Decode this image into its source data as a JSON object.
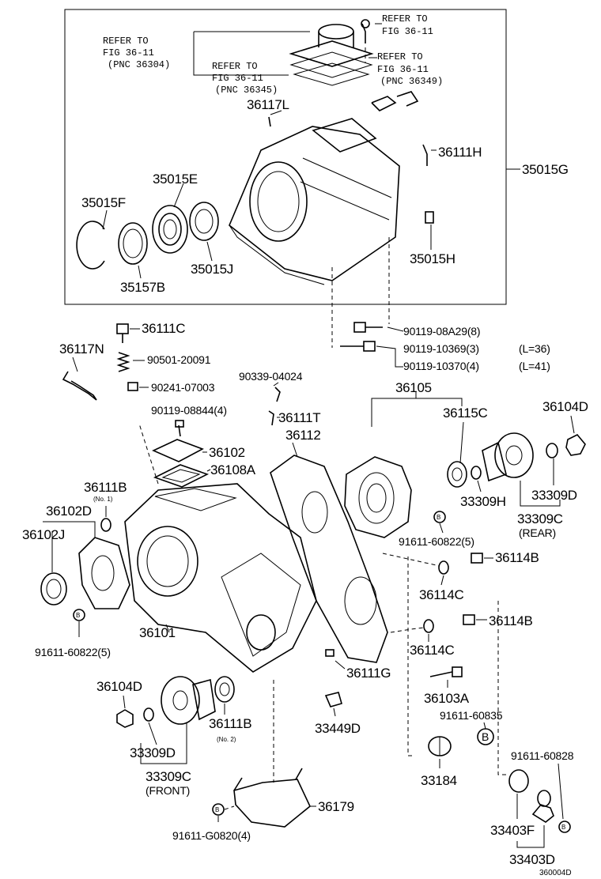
{
  "parts": {
    "p35015G": "35015G",
    "p35015E": "35015E",
    "p35015F": "35015F",
    "p35157B": "35157B",
    "p35015J": "35015J",
    "p35015H": "35015H",
    "p36117L": "36117L",
    "p36111H": "36111H",
    "p36111C": "36111C",
    "p36117N": "36117N",
    "p90501": "90501-20091",
    "p90241": "90241-07003",
    "p90339": "90339-04024",
    "p90119_08844": "90119-08844(4)",
    "p90119_08A29": "90119-08A29(8)",
    "p90119_10369": "90119-10369(3)",
    "p90119_10370": "90119-10370(4)",
    "l36": "(L=36)",
    "l41": "(L=41)",
    "p36111T": "36111T",
    "p36112": "36112",
    "p36105": "36105",
    "p36115C": "36115C",
    "p36104D_top": "36104D",
    "p36102": "36102",
    "p36108A": "36108A",
    "p36111B_top": "36111B",
    "no1": "(No. 1)",
    "p36102D": "36102D",
    "p36102J": "36102J",
    "p33309H": "33309H",
    "p33309D_top": "33309D",
    "p33309C_rear": "33309C",
    "rear": "(REAR)",
    "p91611_60822_right": "91611-60822(5)",
    "p36114B_1": "36114B",
    "p36114C_1": "36114C",
    "p36114B_2": "36114B",
    "p36114C_2": "36114C",
    "p36101": "36101",
    "p91611_60822_left": "91611-60822(5)",
    "p36111G": "36111G",
    "p36103A": "36103A",
    "p91611_60835": "91611-60835",
    "p36104D_bot": "36104D",
    "p36111B_bot": "36111B",
    "no2": "(No. 2)",
    "p33449D": "33449D",
    "p33309D_bot": "33309D",
    "p33309C_front": "33309C",
    "front": "(FRONT)",
    "p33184": "33184",
    "p91611_60828": "91611-60828",
    "p36179": "36179",
    "p91611_G0820": "91611-G0820(4)",
    "p33403F": "33403F",
    "p33403D": "33403D"
  },
  "refs": {
    "r1_line1": "REFER TO",
    "r1_line2": "FIG 36-11",
    "r2_line1": "REFER TO",
    "r2_line2": "FIG 36-11",
    "r2_line3": "(PNC 36304)",
    "r3_line1": "REFER TO",
    "r3_line2": "FIG 36-11",
    "r3_line3": "(PNC 36345)",
    "r4_line1": "REFER TO",
    "r4_line2": "FIG 36-11",
    "r4_line3": "(PNC 36349)"
  },
  "markers": {
    "b": "B"
  },
  "figure_id": "360004D"
}
